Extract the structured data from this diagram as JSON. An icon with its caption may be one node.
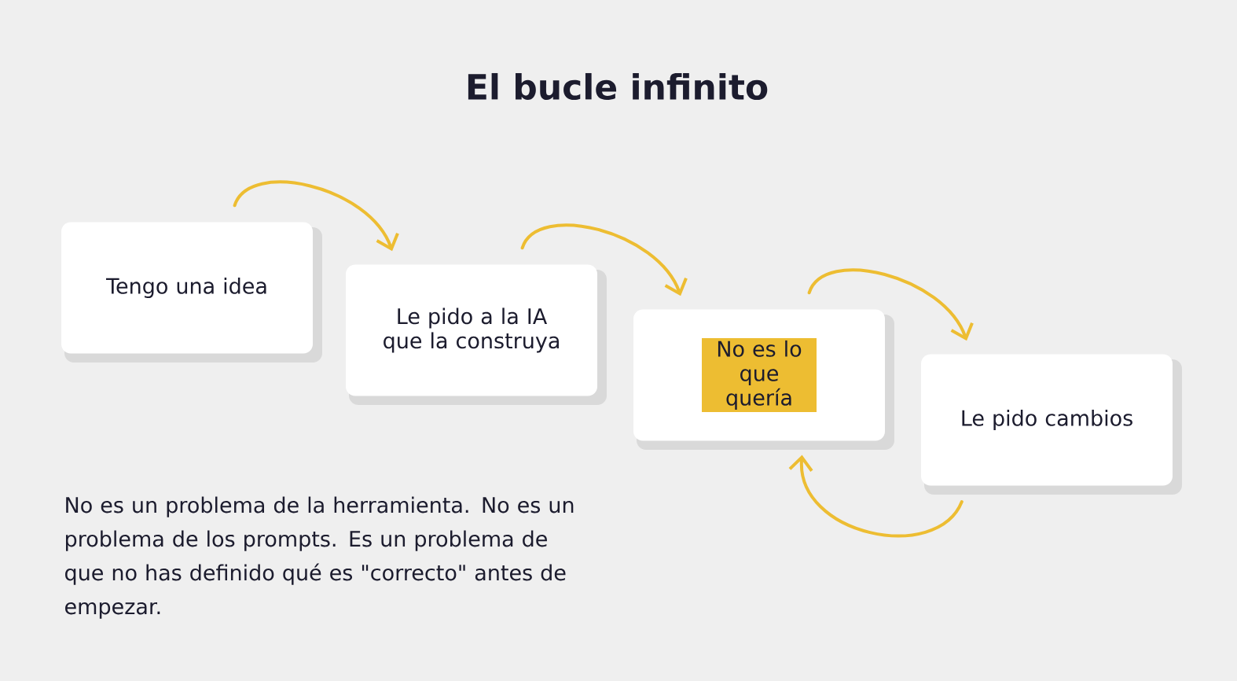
{
  "diagram": {
    "title": "El bucle infinito",
    "nodes": [
      {
        "text": [
          "Tengo una idea"
        ]
      },
      {
        "text": [
          "Le pido a la IA que la construya"
        ]
      },
      {
        "text": [
          "No es lo que quería"
        ]
      },
      {
        "text": [
          "Le pido cambios"
        ]
      }
    ],
    "edges": [
      {
        "from": 0,
        "to": 1,
        "arrow": "to"
      },
      {
        "from": 1,
        "to": 2,
        "arrow": "to"
      },
      {
        "from": 2,
        "to": 3,
        "arrow": "to"
      },
      {
        "from": 3,
        "to": 2,
        "arrow": "to"
      }
    ],
    "labels": [
      "No es un problema de la herramienta. No es un problema de los prompts. Es un problema de que no has definido qué es \"correcto\" antes de empezar."
    ]
  }
}
